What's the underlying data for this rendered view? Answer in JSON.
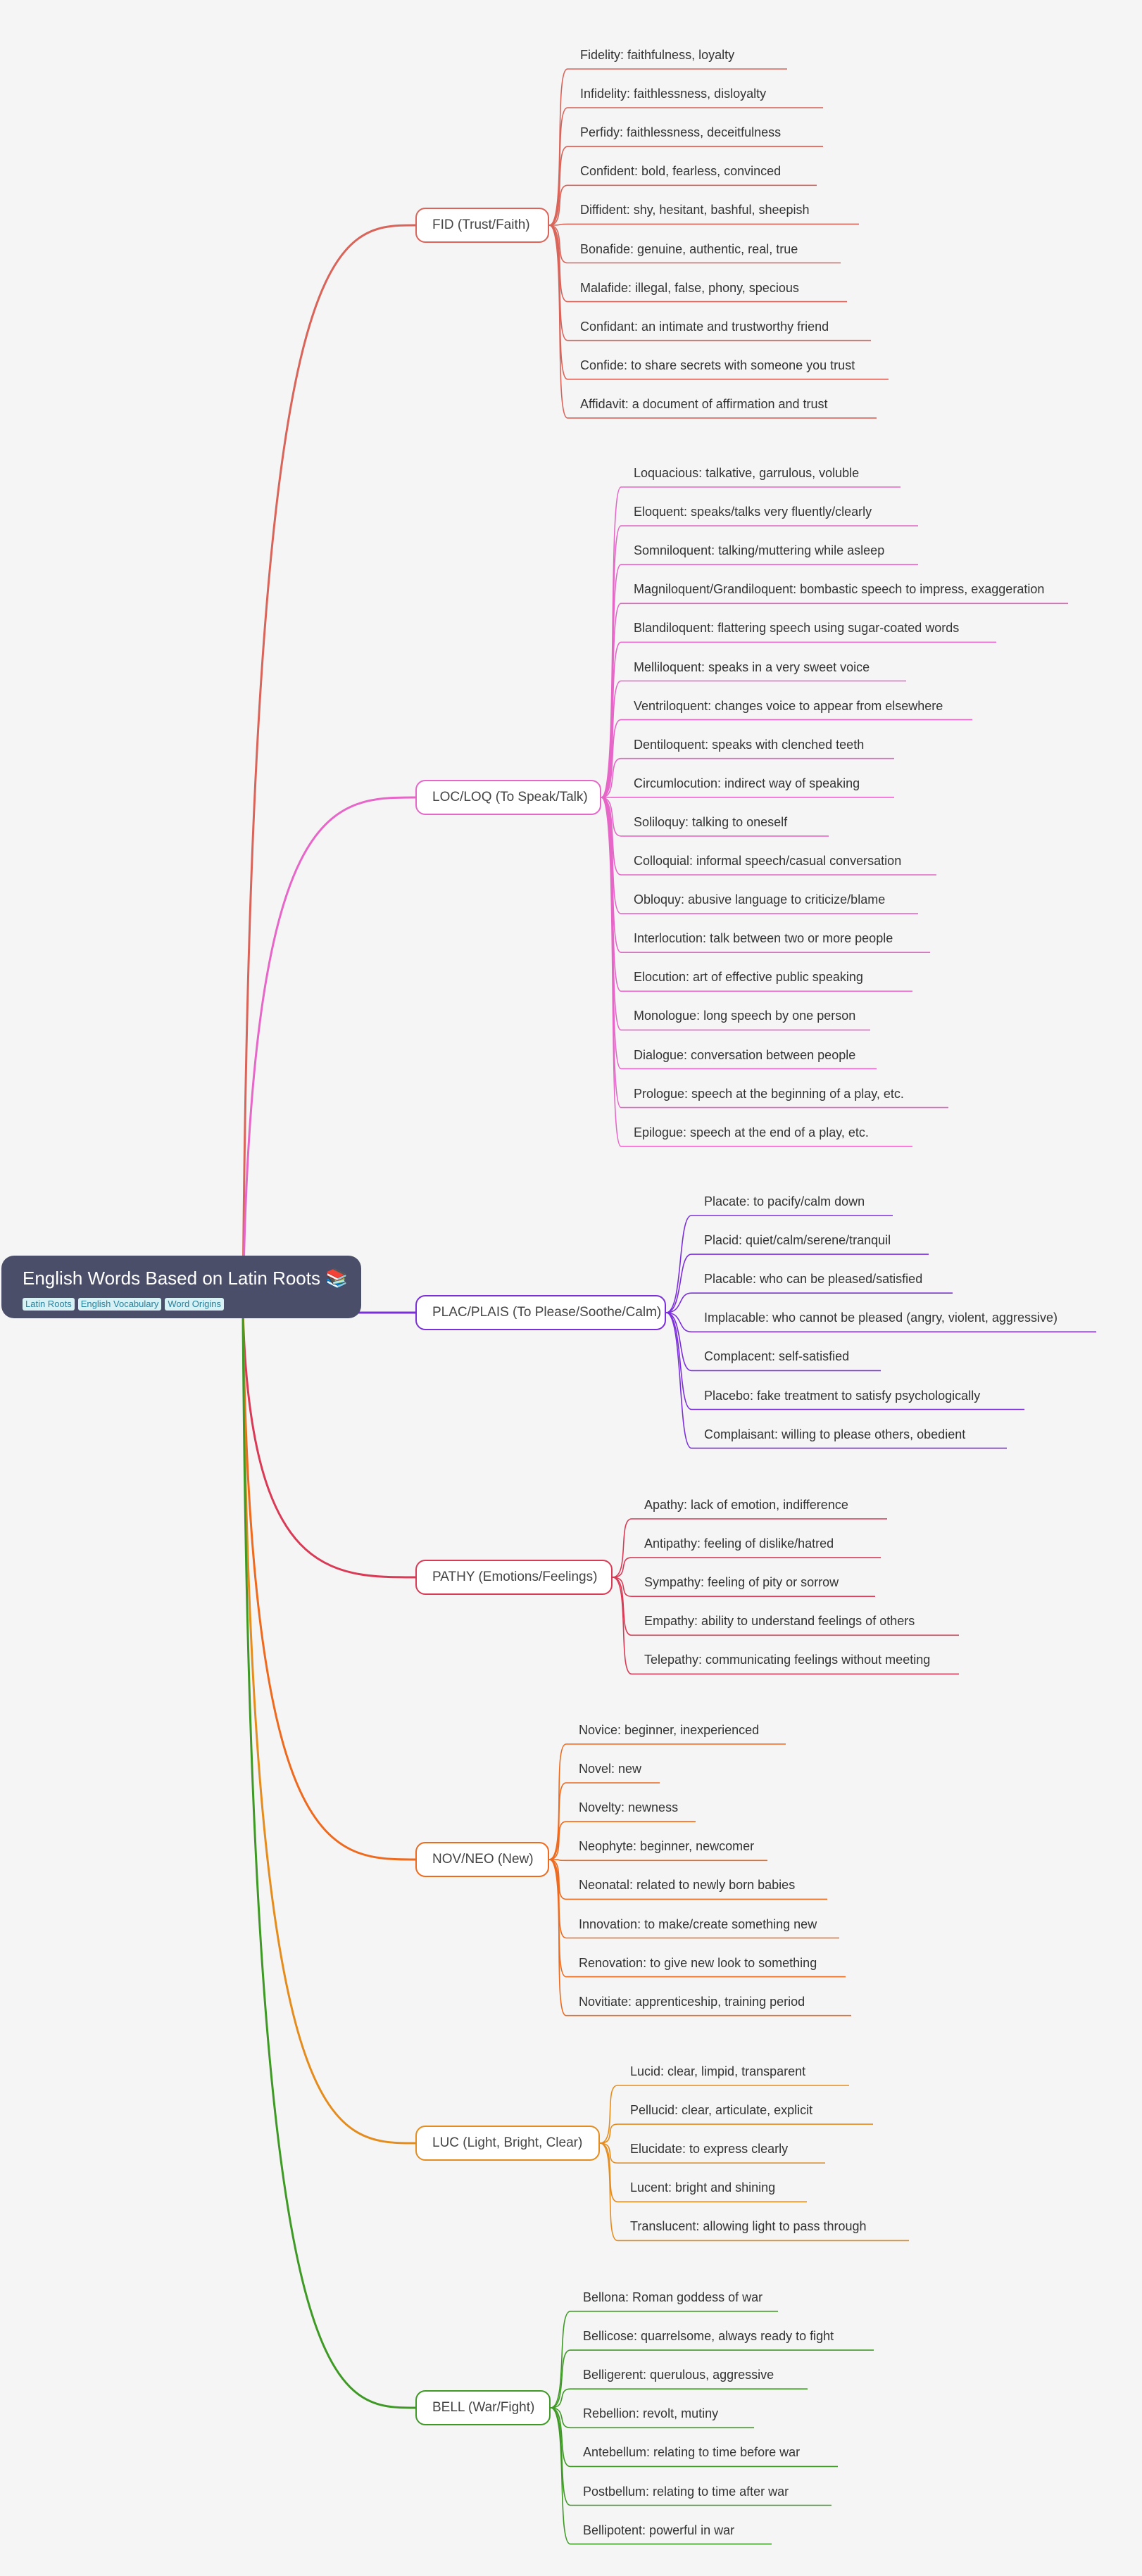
{
  "root": {
    "title": "English Words Based on Latin Roots 📚",
    "tags": [
      "Latin Roots",
      "English Vocabulary",
      "Word Origins"
    ]
  },
  "branches": [
    {
      "label": "FID (Trust/Faith)",
      "color": "#d9645a",
      "children": [
        "Fidelity: faithfulness, loyalty",
        "Infidelity: faithlessness, disloyalty",
        "Perfidy: faithlessness, deceitfulness",
        "Confident: bold, fearless, convinced",
        "Diffident: shy, hesitant, bashful, sheepish",
        "Bonafide: genuine, authentic, real, true",
        "Malafide: illegal, false, phony, specious",
        "Confidant: an intimate and trustworthy friend",
        "Confide: to share secrets with someone you trust",
        "Affidavit: a document of affirmation and trust"
      ]
    },
    {
      "label": "LOC/LOQ (To Speak/Talk)",
      "color": "#e667c8",
      "children": [
        "Loquacious: talkative, garrulous, voluble",
        "Eloquent: speaks/talks very fluently/clearly",
        "Somniloquent: talking/muttering while asleep",
        "Magniloquent/Grandiloquent: bombastic speech to impress, exaggeration",
        "Blandiloquent: flattering speech using sugar-coated words",
        "Melliloquent: speaks in a very sweet voice",
        "Ventriloquent: changes voice to appear from elsewhere",
        "Dentiloquent: speaks with clenched teeth",
        "Circumlocution: indirect way of speaking",
        "Soliloquy: talking to oneself",
        "Colloquial: informal speech/casual conversation",
        "Obloquy: abusive language to criticize/blame",
        "Interlocution: talk between two or more people",
        "Elocution: art of effective public speaking",
        "Monologue: long speech by one person",
        "Dialogue: conversation between people",
        "Prologue: speech at the beginning of a play, etc.",
        "Epilogue: speech at the end of a play, etc."
      ]
    },
    {
      "label": "PLAC/PLAIS (To Please/Soothe/Calm)",
      "color": "#7b2fdb",
      "children": [
        "Placate: to pacify/calm down",
        "Placid: quiet/calm/serene/tranquil",
        "Placable: who can be pleased/satisfied",
        "Implacable: who cannot be pleased (angry, violent, aggressive)",
        "Complacent: self-satisfied",
        "Placebo: fake treatment to satisfy psychologically",
        "Complaisant: willing to please others, obedient"
      ]
    },
    {
      "label": "PATHY (Emotions/Feelings)",
      "color": "#d93a55",
      "children": [
        "Apathy: lack of emotion, indifference",
        "Antipathy: feeling of dislike/hatred",
        "Sympathy: feeling of pity or sorrow",
        "Empathy: ability to understand feelings of others",
        "Telepathy: communicating feelings without meeting"
      ]
    },
    {
      "label": "NOV/NEO (New)",
      "color": "#ee6a1e",
      "children": [
        "Novice: beginner, inexperienced",
        "Novel: new",
        "Novelty: newness",
        "Neophyte: beginner, newcomer",
        "Neonatal: related to newly born babies",
        "Innovation: to make/create something new",
        "Renovation: to give new look to something",
        "Novitiate: apprenticeship, training period"
      ]
    },
    {
      "label": "LUC (Light, Bright, Clear)",
      "color": "#e48d1e",
      "children": [
        "Lucid: clear, limpid, transparent",
        "Pellucid: clear, articulate, explicit",
        "Elucidate: to express clearly",
        "Lucent: bright and shining",
        "Translucent: allowing light to pass through"
      ]
    },
    {
      "label": "BELL (War/Fight)",
      "color": "#3e9a25",
      "children": [
        "Bellona: Roman goddess of war",
        "Bellicose: quarrelsome, always ready to fight",
        "Belligerent: querulous, aggressive",
        "Rebellion: revolt, mutiny",
        "Antebellum: relating to time before war",
        "Postbellum: relating to time after war",
        "Bellipotent: powerful in war"
      ]
    }
  ]
}
